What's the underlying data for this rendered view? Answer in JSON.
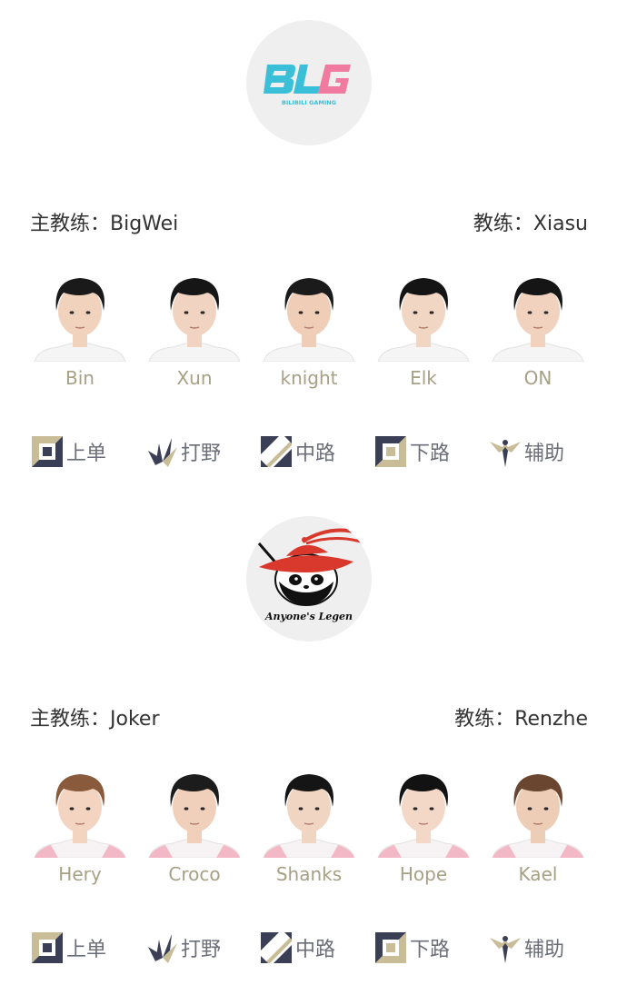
{
  "teams": [
    {
      "logo_text": "BLG",
      "logo_subtext": "BILIBILI GAMING",
      "head_coach": "主教练：BigWei",
      "coach": "教练：Xiasu",
      "players": [
        {
          "name": "Bin",
          "hair": "#1a1a1a",
          "skin": "#f1d2bd",
          "shirt": "#f5f5f5"
        },
        {
          "name": "Xun",
          "hair": "#161616",
          "skin": "#f0d3c0",
          "shirt": "#f5f5f5"
        },
        {
          "name": "knight",
          "hair": "#1b1b1b",
          "skin": "#efcdb6",
          "shirt": "#f5f5f5"
        },
        {
          "name": "Elk",
          "hair": "#141414",
          "skin": "#f2d6c4",
          "shirt": "#f5f5f5"
        },
        {
          "name": "ON",
          "hair": "#151515",
          "skin": "#f0d2bf",
          "shirt": "#f5f5f5"
        }
      ],
      "roles": [
        "上单",
        "打野",
        "中路",
        "下路",
        "辅助"
      ]
    },
    {
      "logo_text": "Anyone's Legen",
      "head_coach": "主教练：Joker",
      "coach": "教练：Renzhe",
      "players": [
        {
          "name": "Hery",
          "hair": "#8a5a3c",
          "skin": "#f2d4c0",
          "shirt": "#f7f3f4"
        },
        {
          "name": "Croco",
          "hair": "#1c1c1c",
          "skin": "#f0d0bb",
          "shirt": "#f7f3f4"
        },
        {
          "name": "Shanks",
          "hair": "#151515",
          "skin": "#f1d5c3",
          "shirt": "#f7f3f4"
        },
        {
          "name": "Hope",
          "hair": "#121212",
          "skin": "#f3d8c8",
          "shirt": "#f7f3f4"
        },
        {
          "name": "Kael",
          "hair": "#6a4530",
          "skin": "#eecdb7",
          "shirt": "#f7f3f4"
        }
      ],
      "roles": [
        "上单",
        "打野",
        "中路",
        "下路",
        "辅助"
      ]
    }
  ],
  "colors": {
    "player_name": "#a6a085",
    "role_label": "#6b6e78",
    "icon_gold": "#c9bd98",
    "icon_navy": "#3a3f56",
    "blg_cyan": "#3bbfd8",
    "blg_pink": "#f07aa0",
    "al_red": "#d9382c",
    "jersey_pink": "#f2b8c6"
  },
  "icons": [
    "top-lane-icon",
    "jungle-icon",
    "mid-lane-icon",
    "bot-lane-icon",
    "support-icon"
  ]
}
